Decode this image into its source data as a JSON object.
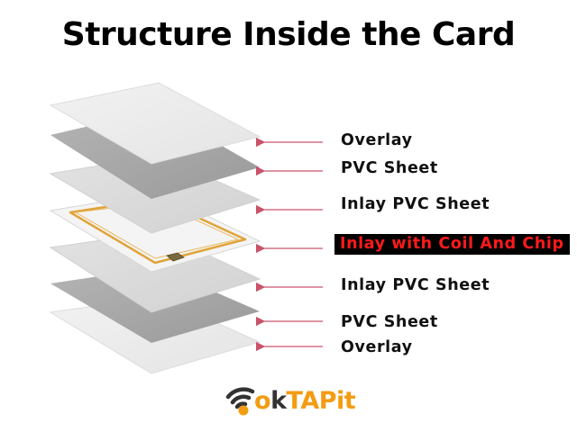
{
  "title": "Structure Inside the Card",
  "layers": [
    {
      "label": "Overlay",
      "highlighted": false
    },
    {
      "label": "PVC Sheet",
      "highlighted": false
    },
    {
      "label": "Inlay PVC Sheet",
      "highlighted": false
    },
    {
      "label": "Inlay with Coil And Chip",
      "highlighted": true
    },
    {
      "label": "Inlay PVC Sheet",
      "highlighted": false
    },
    {
      "label": "PVC Sheet",
      "highlighted": false
    },
    {
      "label": "Overlay",
      "highlighted": false
    }
  ],
  "logo": {
    "part1": "o",
    "part2": "k",
    "part3": "TAPit"
  },
  "colors": {
    "arrow": "#c9536a",
    "overlay": "#ececec",
    "pvc": "#a6a6a6",
    "coil": "#e0a43a",
    "highlight_bg": "#000000",
    "highlight_text": "#ff1a1a",
    "logo_dark": "#333333",
    "logo_orange": "#f39c12"
  }
}
